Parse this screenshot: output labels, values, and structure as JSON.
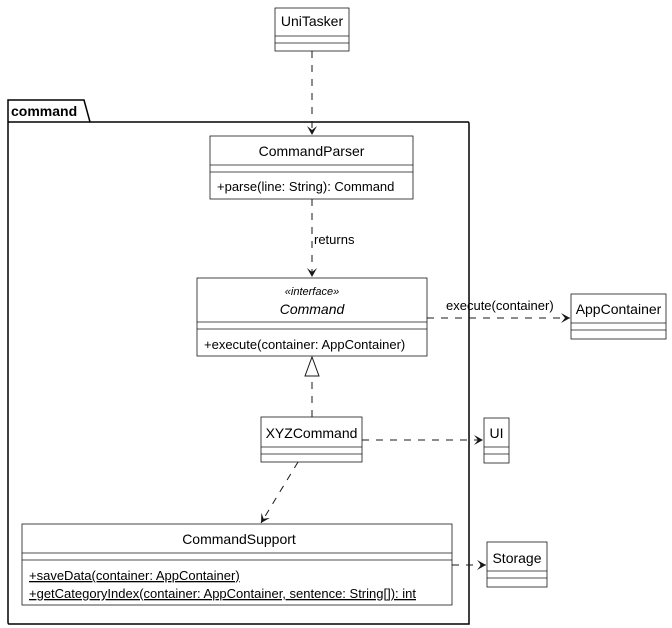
{
  "package": {
    "name": "command"
  },
  "classes": {
    "unitasker": {
      "name": "UniTasker"
    },
    "command_parser": {
      "name": "CommandParser",
      "methods": [
        "+parse(line: String): Command"
      ]
    },
    "command": {
      "stereotype": "«interface»",
      "name": "Command",
      "methods": [
        "+execute(container: AppContainer)"
      ]
    },
    "app_container": {
      "name": "AppContainer"
    },
    "xyz_command": {
      "name": "XYZCommand"
    },
    "ui": {
      "name": "UI"
    },
    "command_support": {
      "name": "CommandSupport",
      "methods": [
        "+saveData(container: AppContainer)",
        "+getCategoryIndex(container: AppContainer, sentence: String[]): int"
      ]
    },
    "storage": {
      "name": "Storage"
    }
  },
  "relations": {
    "parser_to_command_label": "returns",
    "command_to_appcontainer_label": "execute(container)"
  }
}
